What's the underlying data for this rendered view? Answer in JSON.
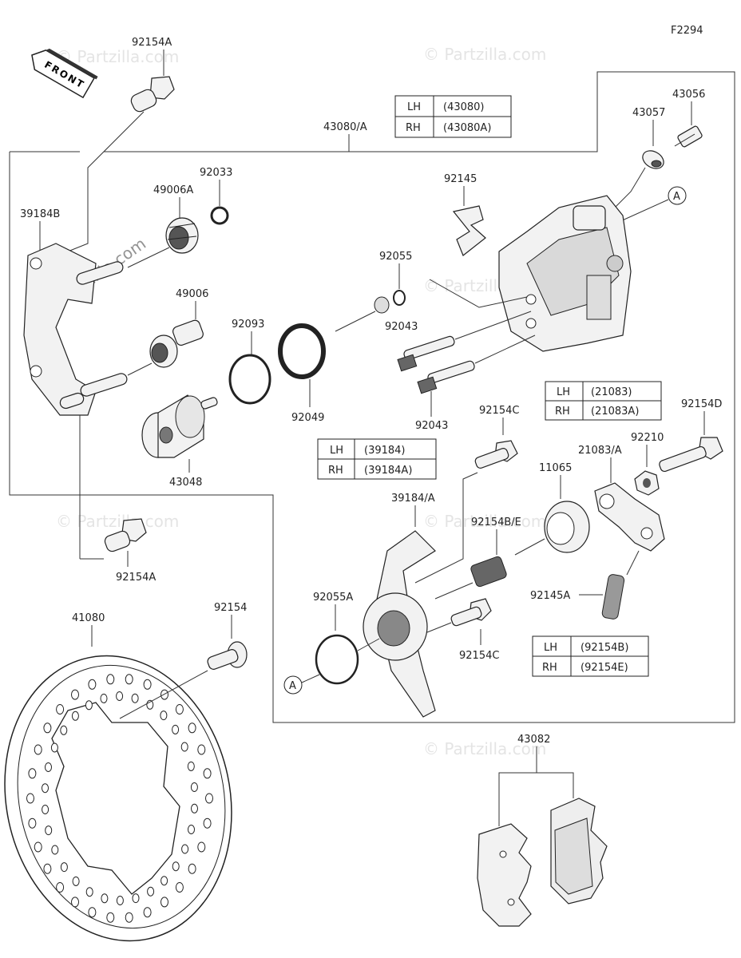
{
  "figure_code": "F2294",
  "front_arrow_label": "FRONT",
  "watermark": "© Partzilla.com",
  "marker_a": "A",
  "part_labels": {
    "p92154A_top": "92154A",
    "p43080A": "43080/A",
    "p43057": "43057",
    "p43056": "43056",
    "p39184B": "39184B",
    "p49006A": "49006A",
    "p92033": "92033",
    "p92145": "92145",
    "p49006": "49006",
    "p92055": "92055",
    "p92093": "92093",
    "p92043_a": "92043",
    "p92049": "92049",
    "p92043_b": "92043",
    "p43048": "43048",
    "p92154C_a": "92154C",
    "p92154D": "92154D",
    "p92210": "92210",
    "p21083A": "21083/A",
    "p11065": "11065",
    "p39184A": "39184/A",
    "p92154BE": "92154B/E",
    "p92154A_bottom": "92154A",
    "p92055A": "92055A",
    "p92145A": "92145A",
    "p92154C_b": "92154C",
    "p41080": "41080",
    "p92154": "92154",
    "p43082": "43082"
  },
  "tables": {
    "t43080": {
      "rows": [
        [
          "LH",
          "(43080)"
        ],
        [
          "RH",
          "(43080A)"
        ]
      ]
    },
    "t21083": {
      "rows": [
        [
          "LH",
          "(21083)"
        ],
        [
          "RH",
          "(21083A)"
        ]
      ]
    },
    "t39184": {
      "rows": [
        [
          "LH",
          "(39184)"
        ],
        [
          "RH",
          "(39184A)"
        ]
      ]
    },
    "t92154B": {
      "rows": [
        [
          "LH",
          "(92154B)"
        ],
        [
          "RH",
          "(92154E)"
        ]
      ]
    }
  }
}
